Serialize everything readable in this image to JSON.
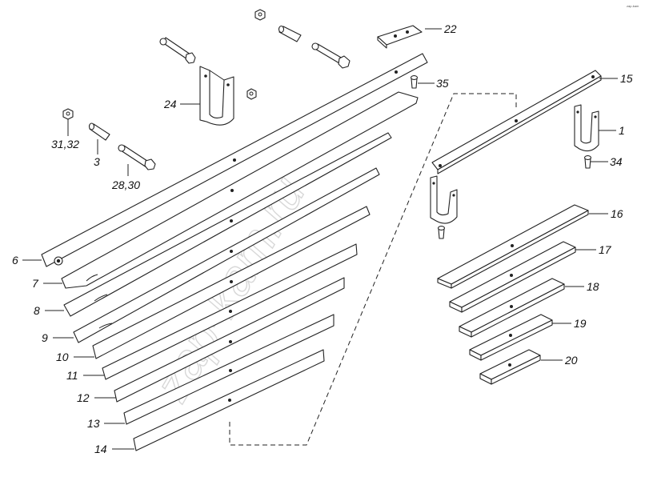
{
  "diagram": {
    "watermark": "zap-kam.ru",
    "corner_mark": "zap-kam",
    "labels": {
      "l1": "1",
      "l3": "3",
      "l6": "6",
      "l7": "7",
      "l8": "8",
      "l9": "9",
      "l10": "10",
      "l11": "11",
      "l12": "12",
      "l13": "13",
      "l14": "14",
      "l15": "15",
      "l16": "16",
      "l17": "17",
      "l18": "18",
      "l19": "19",
      "l20": "20",
      "l22": "22",
      "l24": "24",
      "l28_30": "28,30",
      "l31_32": "31,32",
      "l34": "34",
      "l35": "35"
    }
  }
}
